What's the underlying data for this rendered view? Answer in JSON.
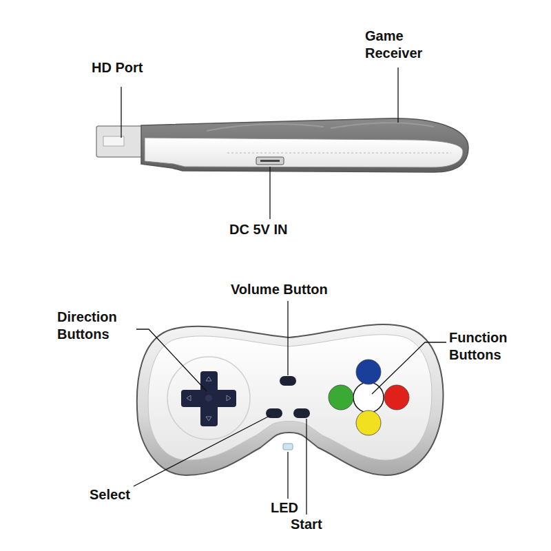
{
  "diagram": {
    "labels": [
      "HD Port",
      "Game Receiver",
      "DC 5V IN",
      "Volume Button",
      "Direction Buttons",
      "Function Buttons",
      "Select",
      "LED",
      "Start"
    ]
  }
}
